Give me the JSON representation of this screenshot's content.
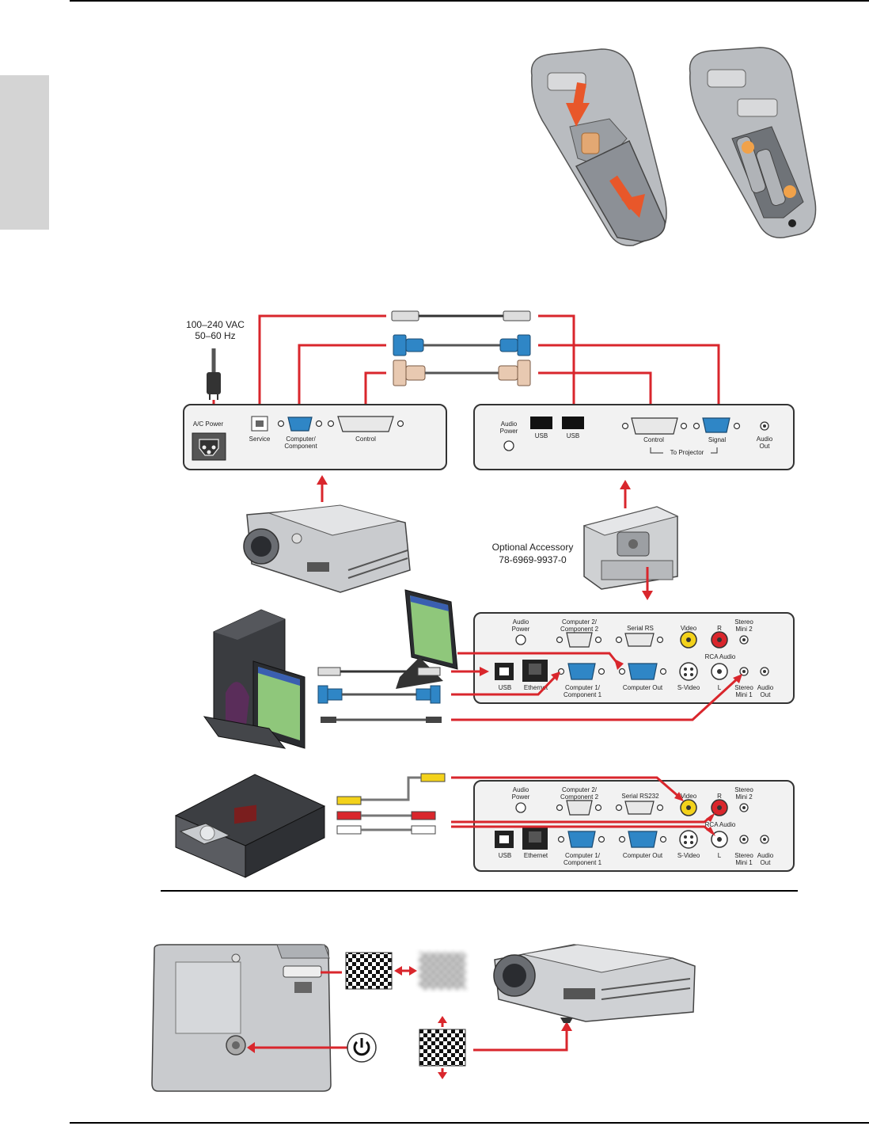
{
  "page": {
    "accent_color": "#d9262c",
    "side_tab_color": "#d4d4d4"
  },
  "power": {
    "voltage": "100–240 VAC",
    "frequency": "50–60 Hz"
  },
  "projector_panel": {
    "ports": [
      "A/C Power",
      "Service",
      "Computer/\nComponent",
      "Control"
    ]
  },
  "dock_top_panel": {
    "ports": [
      "Audio\nPower",
      "USB",
      "USB",
      "Control",
      "Signal",
      "Audio\nOut"
    ],
    "group_label": "To Projector"
  },
  "accessory": {
    "label": "Optional Accessory",
    "part_number": "78-6969-9937-0"
  },
  "dock_panel_1": {
    "top_labels": [
      "Audio\nPower",
      "Computer 2/\nComponent 2",
      "Serial RS",
      "Video",
      "R",
      "Stereo\nMini 2"
    ],
    "middle_label": "RCA Audio",
    "bottom_labels": [
      "USB",
      "Ethernet",
      "Computer 1/\nComponent 1",
      "Computer Out",
      "S-Video",
      "L",
      "Stereo\nMini 1",
      "Audio\nOut"
    ]
  },
  "dock_panel_2": {
    "top_labels": [
      "Audio\nPower",
      "Computer 2/\nComponent 2",
      "Serial RS232",
      "Video",
      "R",
      "Stereo\nMini 2"
    ],
    "middle_label": "RCA Audio",
    "bottom_labels": [
      "USB",
      "Ethernet",
      "Computer 1/\nComponent 1",
      "Computer Out",
      "S-Video",
      "L",
      "Stereo\nMini 1",
      "Audio\nOut"
    ]
  },
  "icons": [
    "remote-battery-cover-icon",
    "remote-batteries-icon",
    "usb-cable-icon",
    "vga-cable-icon",
    "serial-cable-icon",
    "power-cord-icon",
    "projector-icon",
    "docking-accessory-icon",
    "monitor-icon",
    "desktop-computer-icon",
    "dvd-player-icon",
    "rca-cable-icon",
    "audio-cable-icon",
    "focus-pattern-sharp-icon",
    "focus-pattern-blurred-icon",
    "power-button-icon",
    "elevator-foot-icon"
  ]
}
